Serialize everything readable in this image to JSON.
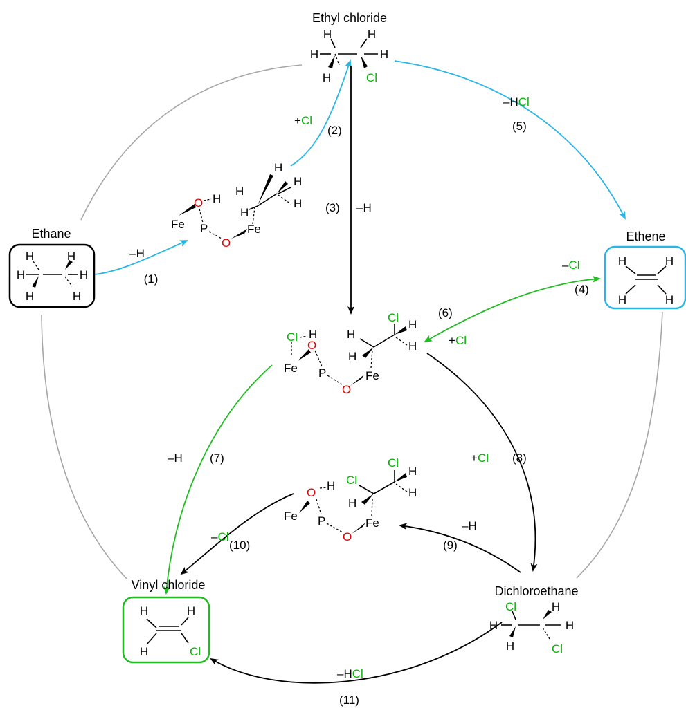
{
  "colors": {
    "blue": "#29b6e6",
    "green": "#22bb22",
    "black": "#000000",
    "gray": "#a6a6a6",
    "chlorine": "#00b800",
    "oxygen": "#e00000"
  },
  "molecules": {
    "ethane": "Ethane",
    "ethyl_chloride": "Ethyl chloride",
    "ethene": "Ethene",
    "vinyl_chloride": "Vinyl chloride",
    "dichloroethane": "Dichloroethane"
  },
  "atoms": {
    "H": "H",
    "Cl": "Cl",
    "Fe": "Fe",
    "P": "P",
    "O": "O"
  },
  "steps": {
    "s1": {
      "num": "(1)",
      "label": "–H"
    },
    "s2": {
      "num": "(2)",
      "sign": "+",
      "label": "Cl"
    },
    "s3": {
      "num": "(3)",
      "label": "–H"
    },
    "s4": {
      "num": "(4)",
      "sign": "–",
      "label": "Cl"
    },
    "s5": {
      "num": "(5)",
      "sign": "–H",
      "label": "Cl"
    },
    "s6": {
      "num": "(6)",
      "sign": "+",
      "label": "Cl"
    },
    "s7": {
      "num": "(7)",
      "label": "–H"
    },
    "s8": {
      "num": "(8)",
      "sign": "+",
      "label": "Cl"
    },
    "s9": {
      "num": "(9)",
      "label": "–H"
    },
    "s10": {
      "num": "(10)",
      "sign": "–",
      "label": "Cl"
    },
    "s11": {
      "num": "(11)",
      "sign": "–H",
      "label": "Cl"
    }
  }
}
